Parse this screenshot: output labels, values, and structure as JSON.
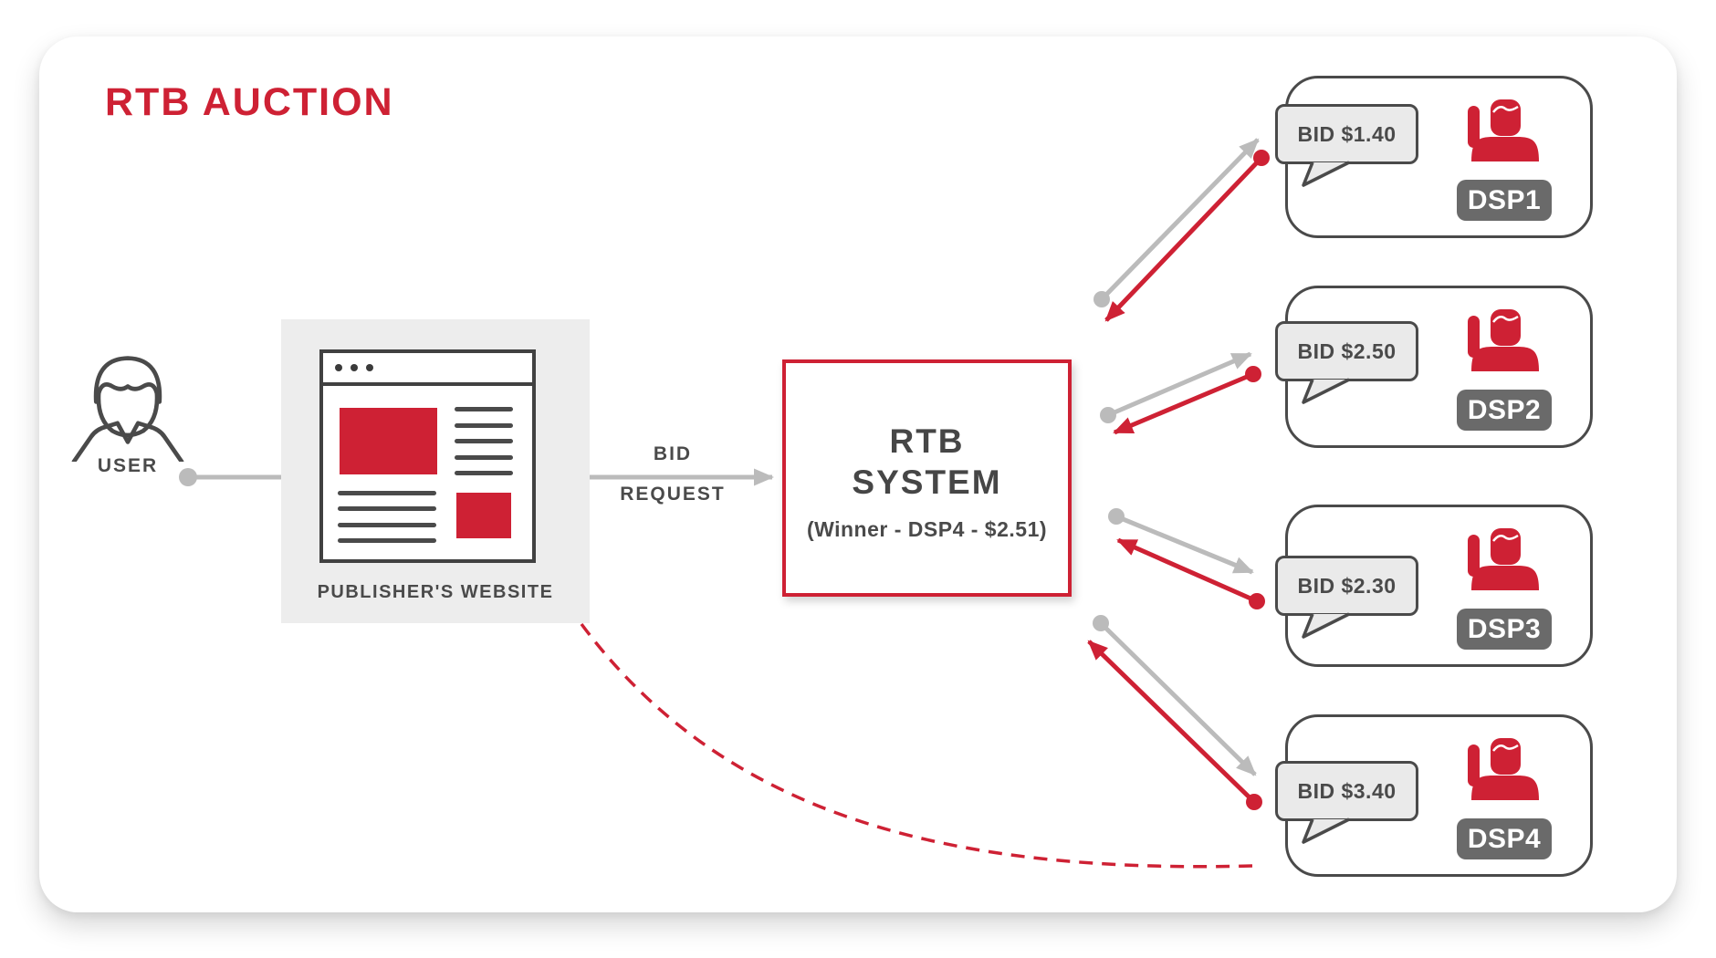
{
  "title": "RTB AUCTION",
  "colors": {
    "accent_red": "#CE2134",
    "dark_gray": "#4A4A4A",
    "badge_gray": "#6A6A6A",
    "arrow_gray": "#BBBBBB",
    "panel_gray": "#EDEDED",
    "bubble_gray": "#EAEAEA"
  },
  "user": {
    "label": "USER",
    "icon": "person-outline-icon"
  },
  "publisher": {
    "label": "PUBLISHER'S WEBSITE",
    "icon": "browser-window-icon"
  },
  "bid_request": {
    "label_line1": "BID",
    "label_line2": "REQUEST"
  },
  "rtb_system": {
    "title_line1": "RTB",
    "title_line2": "SYSTEM",
    "winner_note": "(Winner - DSP4 - $2.51)"
  },
  "dsps": [
    {
      "name": "DSP1",
      "bid": "BID $1.40",
      "icon": "bidder-person-icon"
    },
    {
      "name": "DSP2",
      "bid": "BID $2.50",
      "icon": "bidder-person-icon"
    },
    {
      "name": "DSP3",
      "bid": "BID $2.30",
      "icon": "bidder-person-icon"
    },
    {
      "name": "DSP4",
      "bid": "BID $3.40",
      "icon": "bidder-person-icon"
    }
  ]
}
